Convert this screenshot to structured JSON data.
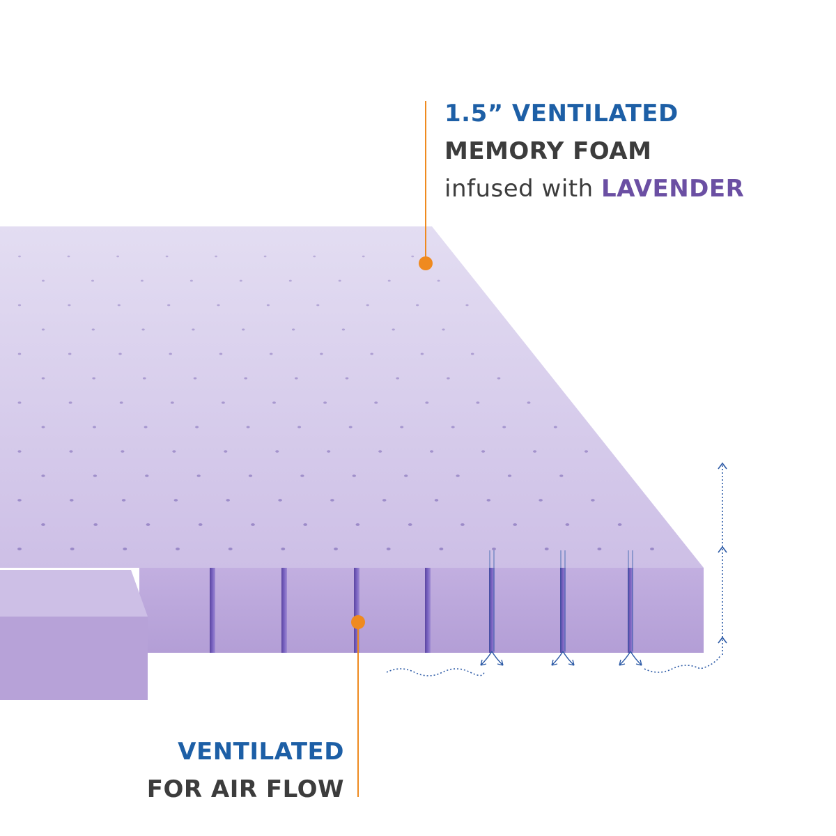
{
  "colors": {
    "top_face_light": "#ddd6f0",
    "top_face_dark": "#cdbfe6",
    "side_face": "#b9a4da",
    "groove": "#6c55b2",
    "perforation": "#8e7cc0",
    "callout_orange": "#ef8a1f",
    "airflow_blue": "#2c5aa6",
    "text_blue": "#1d5fa6",
    "text_gray": "#3c3c3c",
    "text_purple": "#6b4fa3"
  },
  "callouts": {
    "top": {
      "line1": "1.5” VENTILATED",
      "line2": "MEMORY FOAM",
      "line3_prefix": "infused with ",
      "line3_highlight": "LAVENDER"
    },
    "bottom": {
      "line1": "VENTILATED",
      "line2": "FOR AIR FLOW"
    }
  },
  "icons": [
    "callout-dot-icon",
    "airflow-arrow-icon"
  ]
}
